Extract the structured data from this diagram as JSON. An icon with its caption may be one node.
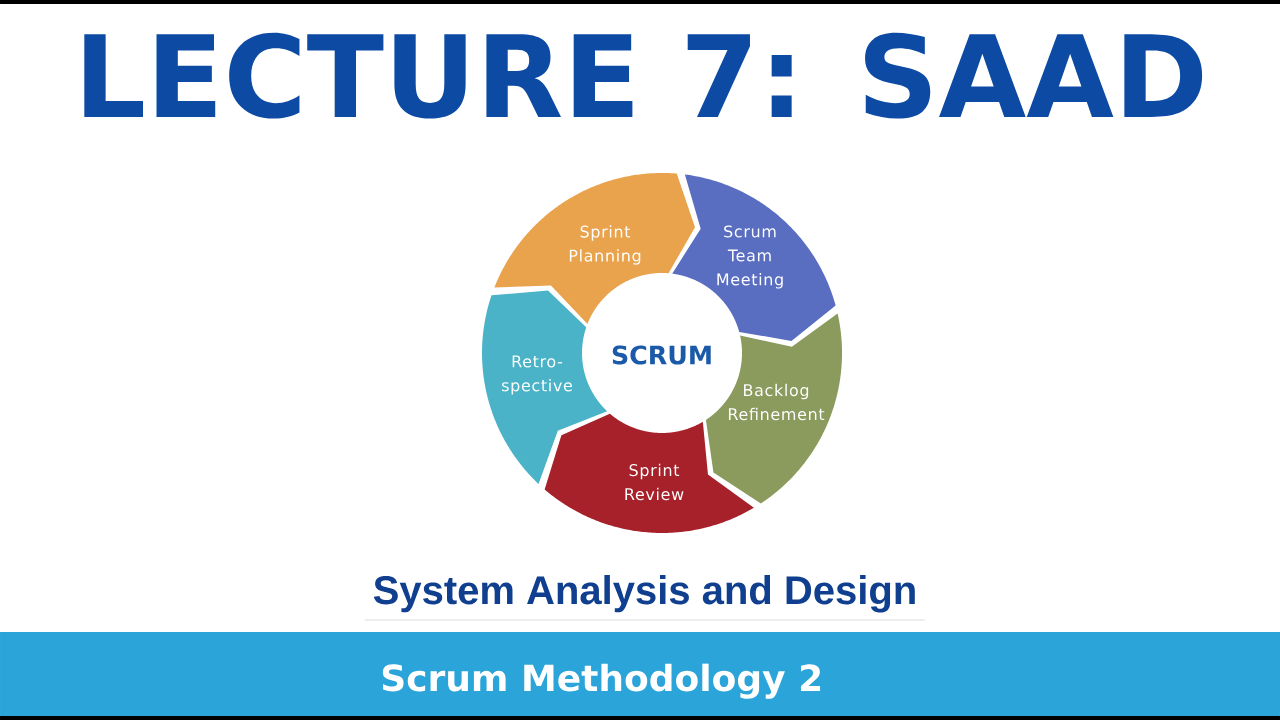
{
  "diagram": {
    "title": "LECTURE 7: SAAD",
    "nodes": [
      {
        "text": [
          "Sprint Planning"
        ]
      },
      {
        "text": [
          "Scrum Team Meeting"
        ]
      },
      {
        "text": [
          "Backlog Refinement"
        ]
      },
      {
        "text": [
          "Sprint Review"
        ]
      },
      {
        "text": [
          "Retro- spective"
        ]
      },
      {
        "text": [
          "SCRUM"
        ]
      }
    ],
    "labels": [
      "System Analysis and Design",
      "Scrum Methodology 2"
    ]
  }
}
